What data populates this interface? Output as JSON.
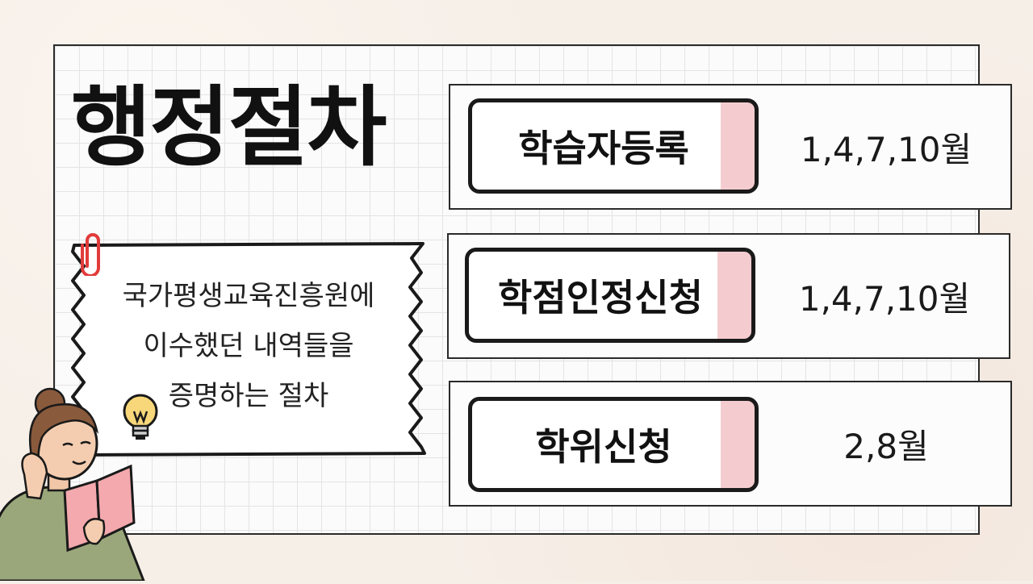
{
  "title": "행정절차",
  "description": {
    "lines": [
      "국가평생교육진흥원에",
      "이수했던 내역들을",
      "증명하는 절차"
    ]
  },
  "procedures": [
    {
      "label": "학습자등록",
      "months": "1,4,7,10월"
    },
    {
      "label": "학점인정신청",
      "months": "1,4,7,10월"
    },
    {
      "label": "학위신청",
      "months": "2,8월"
    }
  ],
  "icons": {
    "clip": "paperclip-icon",
    "bulb": "lightbulb-icon",
    "person": "reading-woman-illustration"
  },
  "colors": {
    "accent_pink": "#f4cccf",
    "clip_red": "#e23b3b",
    "border": "#1a1a1a"
  }
}
